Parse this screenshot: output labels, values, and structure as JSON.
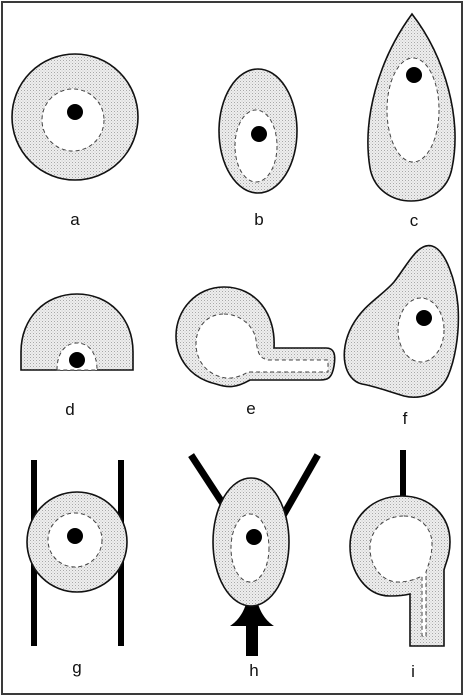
{
  "figure": {
    "panels": [
      {
        "label": "a"
      },
      {
        "label": "b"
      },
      {
        "label": "c"
      },
      {
        "label": "d"
      },
      {
        "label": "e"
      },
      {
        "label": "f"
      },
      {
        "label": "g"
      },
      {
        "label": "h"
      },
      {
        "label": "i"
      }
    ]
  }
}
